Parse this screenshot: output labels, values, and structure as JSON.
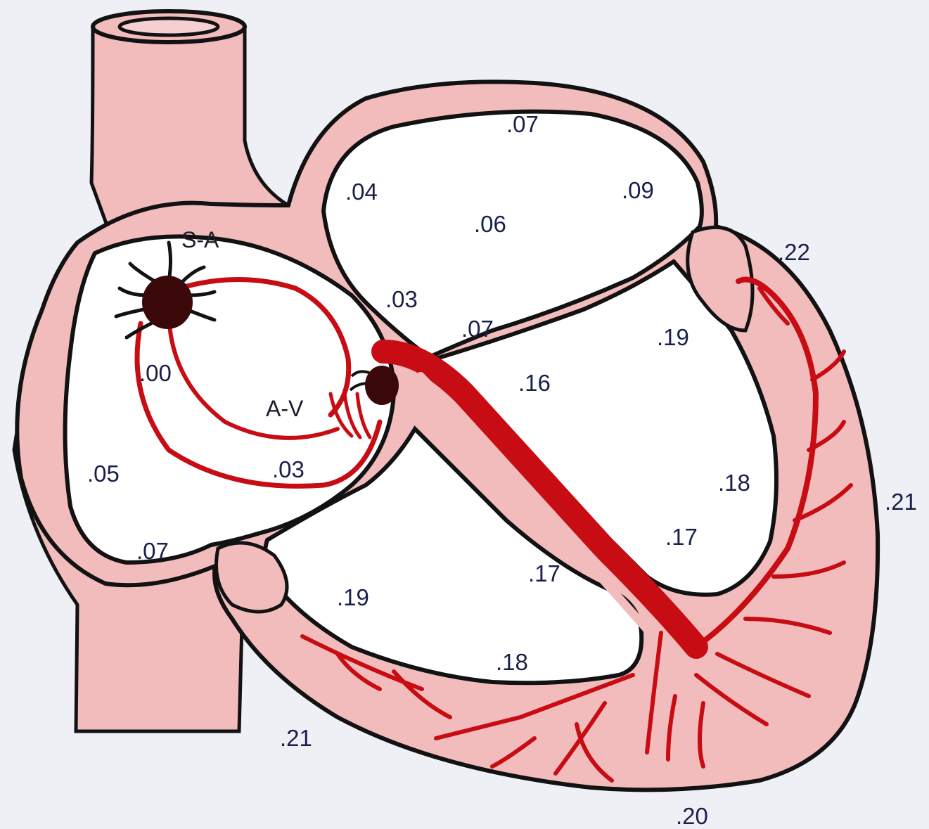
{
  "nodes": {
    "sa": "S-A",
    "av": "A-V"
  },
  "timings": {
    "t00": ".00",
    "t03_av": ".03",
    "t03_septum": ".03",
    "t04": ".04",
    "t05": ".05",
    "t06": ".06",
    "t07_top": ".07",
    "t07_mid": ".07",
    "t07_left": ".07",
    "t09": ".09",
    "t16": ".16",
    "t17_a": ".17",
    "t17_b": ".17",
    "t18_a": ".18",
    "t18_b": ".18",
    "t19_a": ".19",
    "t19_b": ".19",
    "t20": ".20",
    "t21_a": ".21",
    "t21_b": ".21",
    "t22": ".22"
  },
  "colors": {
    "background": "#eef0f5",
    "tissue": "#f2bcbc",
    "outline": "#121212",
    "outline_shadow": "#3040c0",
    "conduction": "#c80c14",
    "node": "#3a0808",
    "chamber": "#ffffff"
  }
}
